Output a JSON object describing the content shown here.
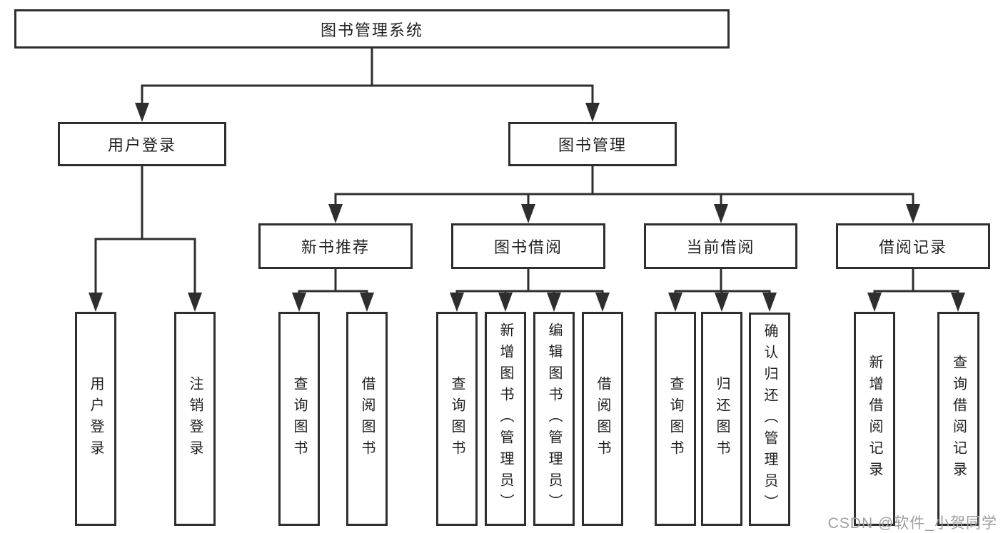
{
  "tree": {
    "label": "图书管理系统",
    "children": [
      {
        "label": "用户登录",
        "children": [
          {
            "label": "用户登录"
          },
          {
            "label": "注销登录"
          }
        ]
      },
      {
        "label": "图书管理",
        "children": [
          {
            "label": "新书推荐",
            "children": [
              {
                "label": "查询图书"
              },
              {
                "label": "借阅图书"
              }
            ]
          },
          {
            "label": "图书借阅",
            "children": [
              {
                "label": "查询图书"
              },
              {
                "label": "新增图书（管理员）"
              },
              {
                "label": "编辑图书（管理员）"
              },
              {
                "label": "借阅图书"
              }
            ]
          },
          {
            "label": "当前借阅",
            "children": [
              {
                "label": "查询图书"
              },
              {
                "label": "归还图书"
              },
              {
                "label": "确认归还（管理员）"
              }
            ]
          },
          {
            "label": "借阅记录",
            "children": [
              {
                "label": "新增借阅记录"
              },
              {
                "label": "查询借阅记录"
              }
            ]
          }
        ]
      }
    ]
  },
  "watermark": {
    "text": "CSDN @软件_小贺同学"
  },
  "colors": {
    "line": "#2e2e2e",
    "text": "#1f1f1f",
    "watermark": "#9e9e9e",
    "background": "#ffffff"
  }
}
